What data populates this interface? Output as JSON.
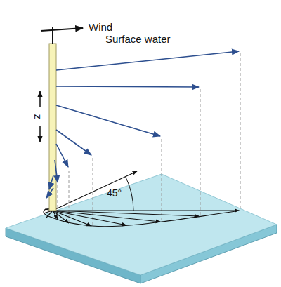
{
  "diagram": {
    "labels": [
      "Wind",
      "Surface water",
      "z",
      "45°"
    ]
  }
}
